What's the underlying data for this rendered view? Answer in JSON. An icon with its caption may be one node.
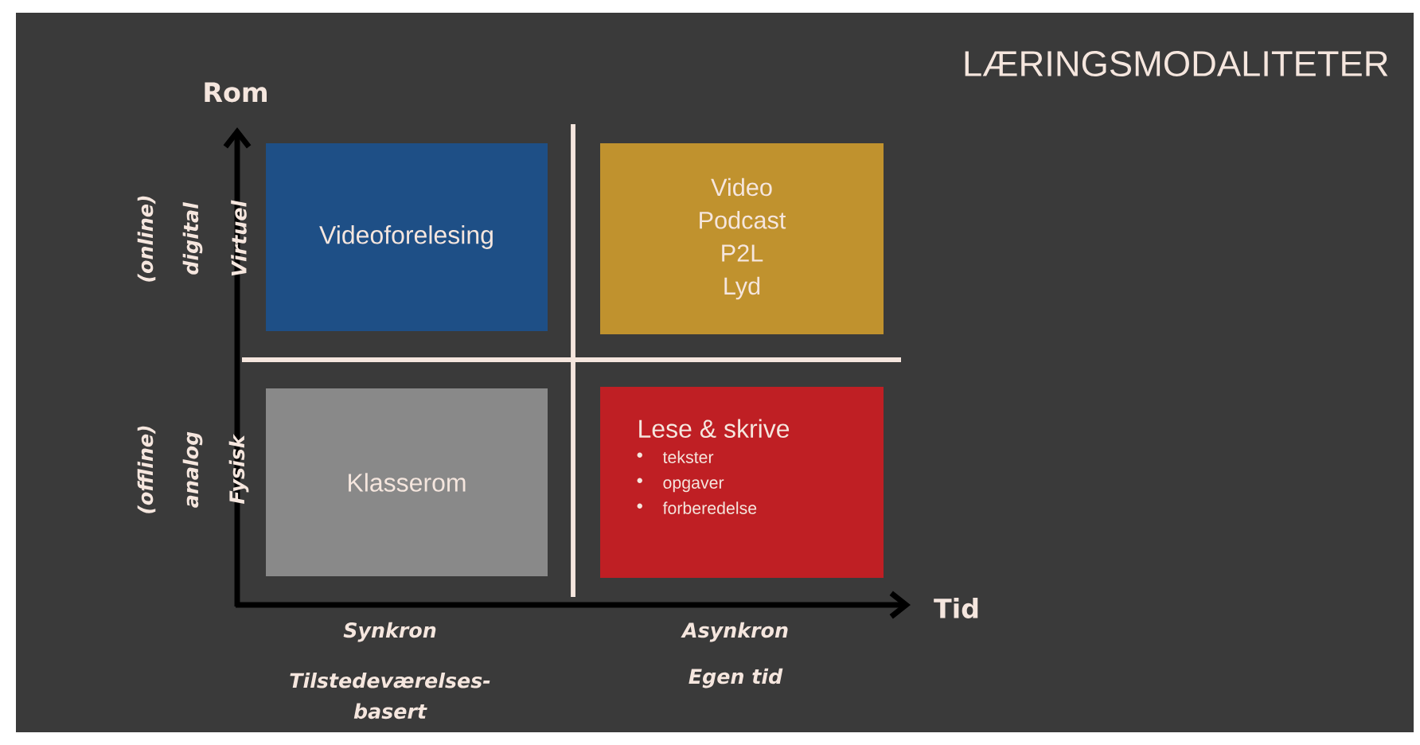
{
  "diagram": {
    "title": "LÆRINGSMODALITETER",
    "nodes": [
      {
        "text": [
          "Videoforelesing"
        ]
      },
      {
        "text": [
          "Video",
          "Podcast",
          "P2L",
          "Lyd"
        ]
      },
      {
        "text": [
          "Klasserom"
        ]
      },
      {
        "text": [
          "Lese & skrive",
          "tekster",
          "opgaver",
          "forberedelse"
        ]
      }
    ],
    "labels": [
      "Rom",
      "(online)",
      "digital",
      "Virtuel",
      "(offline)",
      "analog",
      "Fysisk",
      "Tid",
      "Synkron",
      "Asynkron",
      "Tilstedeværelses- basert",
      "Egen tid"
    ]
  }
}
